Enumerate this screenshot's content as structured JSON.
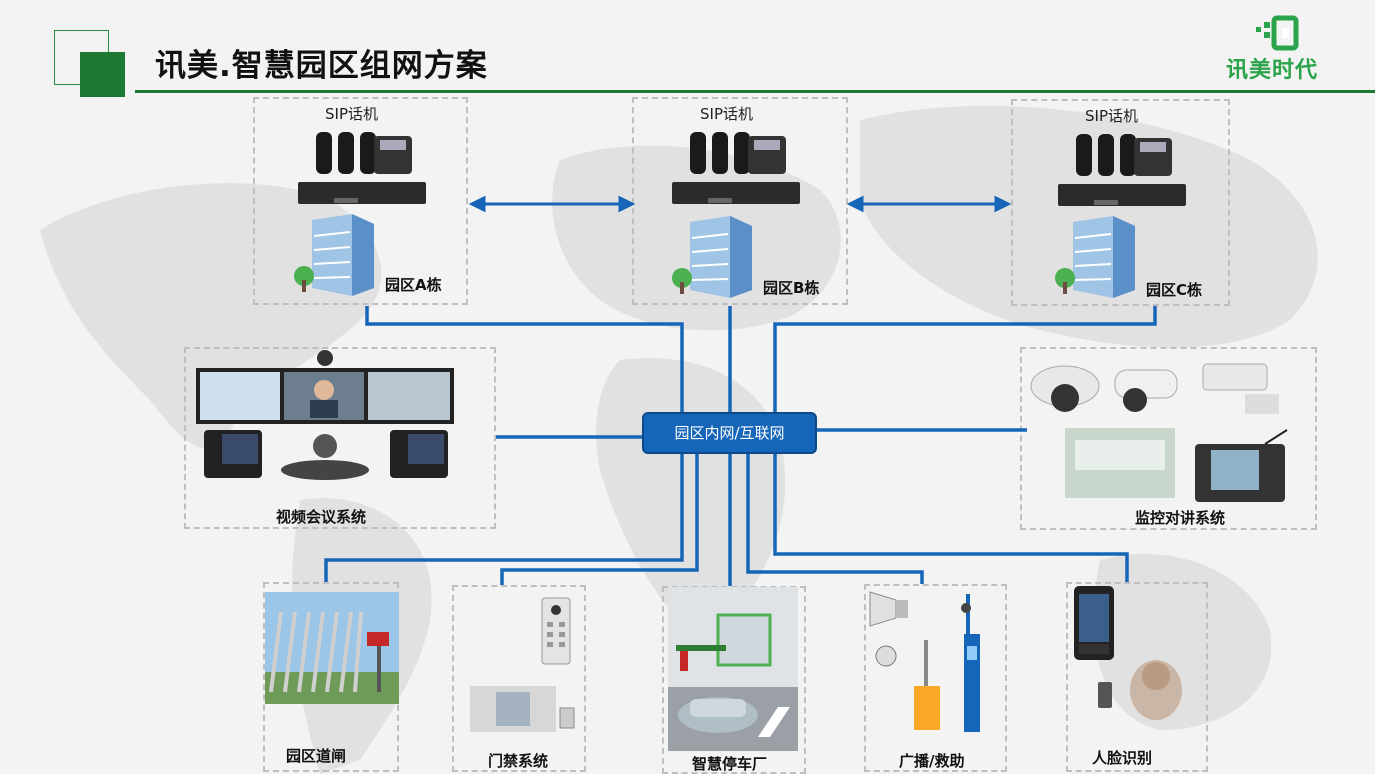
{
  "title": "讯美.智慧园区组网方案",
  "logo_text": "讯美时代",
  "colors": {
    "brand_green": "#1e7a32",
    "line_blue": "#1565b8",
    "box_border": "#bfbfbf"
  },
  "buildings": [
    {
      "sip_label": "SIP话机",
      "name": "园区A栋"
    },
    {
      "sip_label": "SIP话机",
      "name": "园区B栋"
    },
    {
      "sip_label": "SIP话机",
      "name": "园区C栋"
    }
  ],
  "center": {
    "label": "园区内网/互联网"
  },
  "systems": {
    "video_conf": "视频会议系统",
    "monitor": "监控对讲系统",
    "gate": "园区道闸",
    "access": "门禁系统",
    "parking": "智慧停车厂",
    "broadcast": "广播/救助",
    "face": "人脸识别"
  }
}
